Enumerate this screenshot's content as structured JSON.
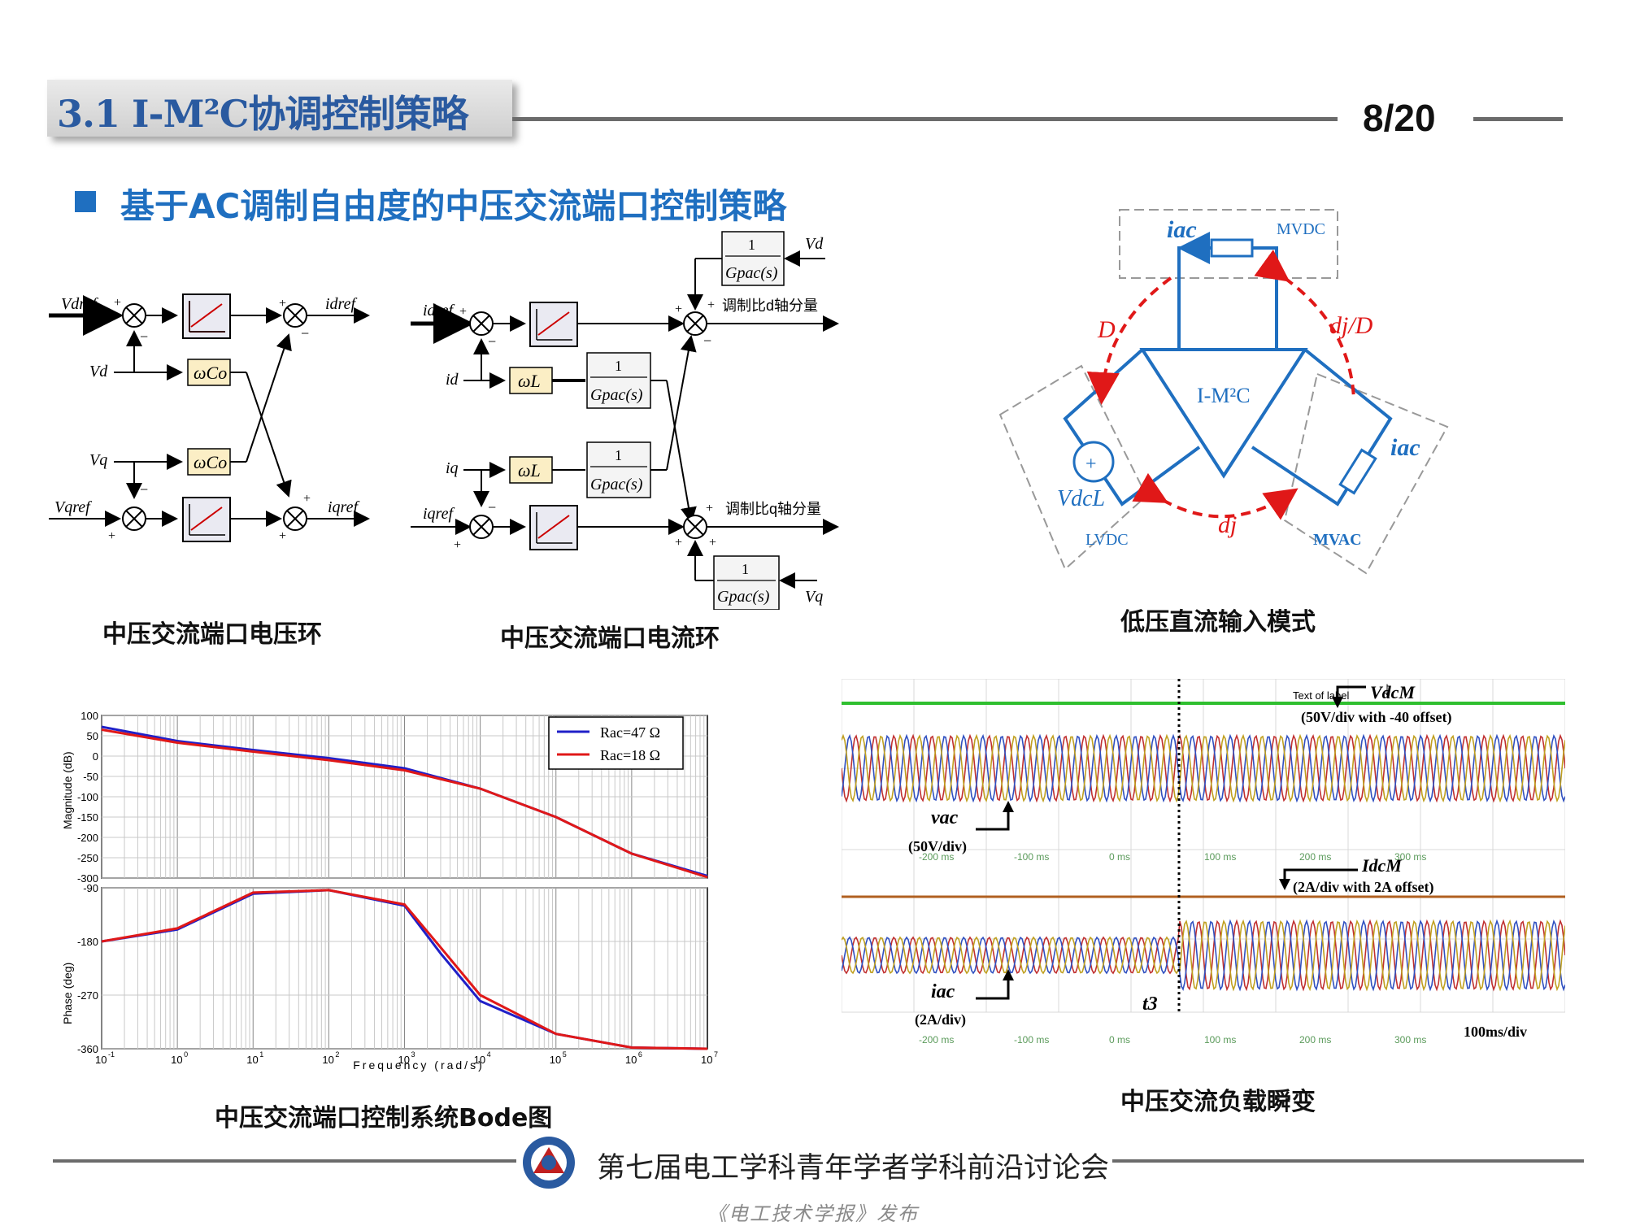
{
  "header": {
    "title": "3.1 I-M²C协调控制策略",
    "page": "8/20"
  },
  "section": {
    "subtitle": "基于AC调制自由度的中压交流端口控制策略"
  },
  "voltage_loop": {
    "caption": "中压交流端口电压环",
    "vdref": "Vdref",
    "vqref": "Vqref",
    "vd": "Vd",
    "vq": "Vq",
    "wc": "ωCo",
    "idref": "idref",
    "iqref": "iqref"
  },
  "current_loop": {
    "caption": "中压交流端口电流环",
    "idref": "idref",
    "id": "id",
    "iq": "iq",
    "iqref": "iqref",
    "wl": "ωL",
    "gpac_num": "1",
    "gpac_den": "Gpac(s)",
    "vd": "Vd",
    "vq": "Vq",
    "d_out": "调制比d轴分量",
    "q_out": "调制比q轴分量"
  },
  "topology": {
    "caption": "低压直流输入模式",
    "center": "I-M²C",
    "mvdc": "MVDC",
    "lvdc": "LVDC",
    "mvac": "MVAC",
    "iac_top": "iac",
    "iac_right": "iac",
    "vdcl": "VdcL",
    "d_left": "D",
    "d_right": "dj/D",
    "d_bottom": "dj"
  },
  "bode": {
    "caption": "中压交流端口控制系统Bode图",
    "mag_label": "Magnitude (dB)",
    "phase_label": "Phase (deg)",
    "freq_label": "Frequency (rad/s)",
    "legend": [
      "Rac=47 Ω",
      "Rac=18 Ω"
    ],
    "colors": [
      "#2020c8",
      "#e01818"
    ],
    "mag_ticks": [
      "100",
      "50",
      "0",
      "-50",
      "-100",
      "-150",
      "-200",
      "-250",
      "-300"
    ],
    "phase_ticks": [
      "-90",
      "-180",
      "-270",
      "-360"
    ],
    "freq_ticks": [
      "10",
      "10",
      "10",
      "10",
      "10",
      "10",
      "10",
      "10",
      "10"
    ],
    "freq_exps": [
      "-1",
      "0",
      "1",
      "2",
      "3",
      "4",
      "5",
      "6",
      "7"
    ]
  },
  "scope": {
    "caption": "中压交流负载瞬变",
    "vdcm": "VdcM",
    "vdcm_scale": "(50V/div with -40 offset)",
    "vac": "vac",
    "vac_scale": "(50V/div)",
    "idcm": "IdcM",
    "idcm_scale": "(2A/div with 2A offset)",
    "iac": "iac",
    "iac_scale": "(2A/div)",
    "t3": "t3",
    "timebase": "100ms/div",
    "text_of_label": "Text of label",
    "time_ticks": [
      "-200 ms",
      "-100 ms",
      "0 ms",
      "100 ms",
      "200 ms",
      "300 ms"
    ]
  },
  "footer": {
    "conference": "第七届电工学科青年学者学科前沿讨论会",
    "source": "《电工技术学报》发布"
  },
  "chart_data": [
    {
      "type": "line",
      "title": "",
      "xlabel": "Frequency (rad/s)",
      "ylabel": "Magnitude (dB)",
      "xscale": "log",
      "xlim": [
        0.1,
        10000000
      ],
      "ylim": [
        -300,
        100
      ],
      "x": [
        0.1,
        1,
        10,
        100,
        1000,
        10000,
        100000,
        1000000,
        10000000
      ],
      "series": [
        {
          "name": "Rac=47 Ω",
          "values": [
            72,
            37,
            15,
            -5,
            -30,
            -80,
            -150,
            -240,
            -295
          ]
        },
        {
          "name": "Rac=18 Ω",
          "values": [
            65,
            33,
            11,
            -10,
            -35,
            -80,
            -150,
            -240,
            -298
          ]
        }
      ],
      "legend": "top-right",
      "grid": true
    },
    {
      "type": "line",
      "title": "",
      "xlabel": "Frequency (rad/s)",
      "ylabel": "Phase (deg)",
      "xscale": "log",
      "xlim": [
        0.1,
        10000000
      ],
      "ylim": [
        -360,
        -90
      ],
      "x": [
        0.1,
        1,
        10,
        100,
        1000,
        3000,
        10000,
        100000,
        1000000,
        10000000
      ],
      "series": [
        {
          "name": "Rac=47 Ω",
          "values": [
            -180,
            -160,
            -100,
            -94,
            -120,
            -200,
            -280,
            -335,
            -358,
            -360
          ]
        },
        {
          "name": "Rac=18 Ω",
          "values": [
            -180,
            -158,
            -98,
            -94,
            -118,
            -190,
            -270,
            -335,
            -358,
            -360
          ]
        }
      ],
      "grid": true
    }
  ]
}
